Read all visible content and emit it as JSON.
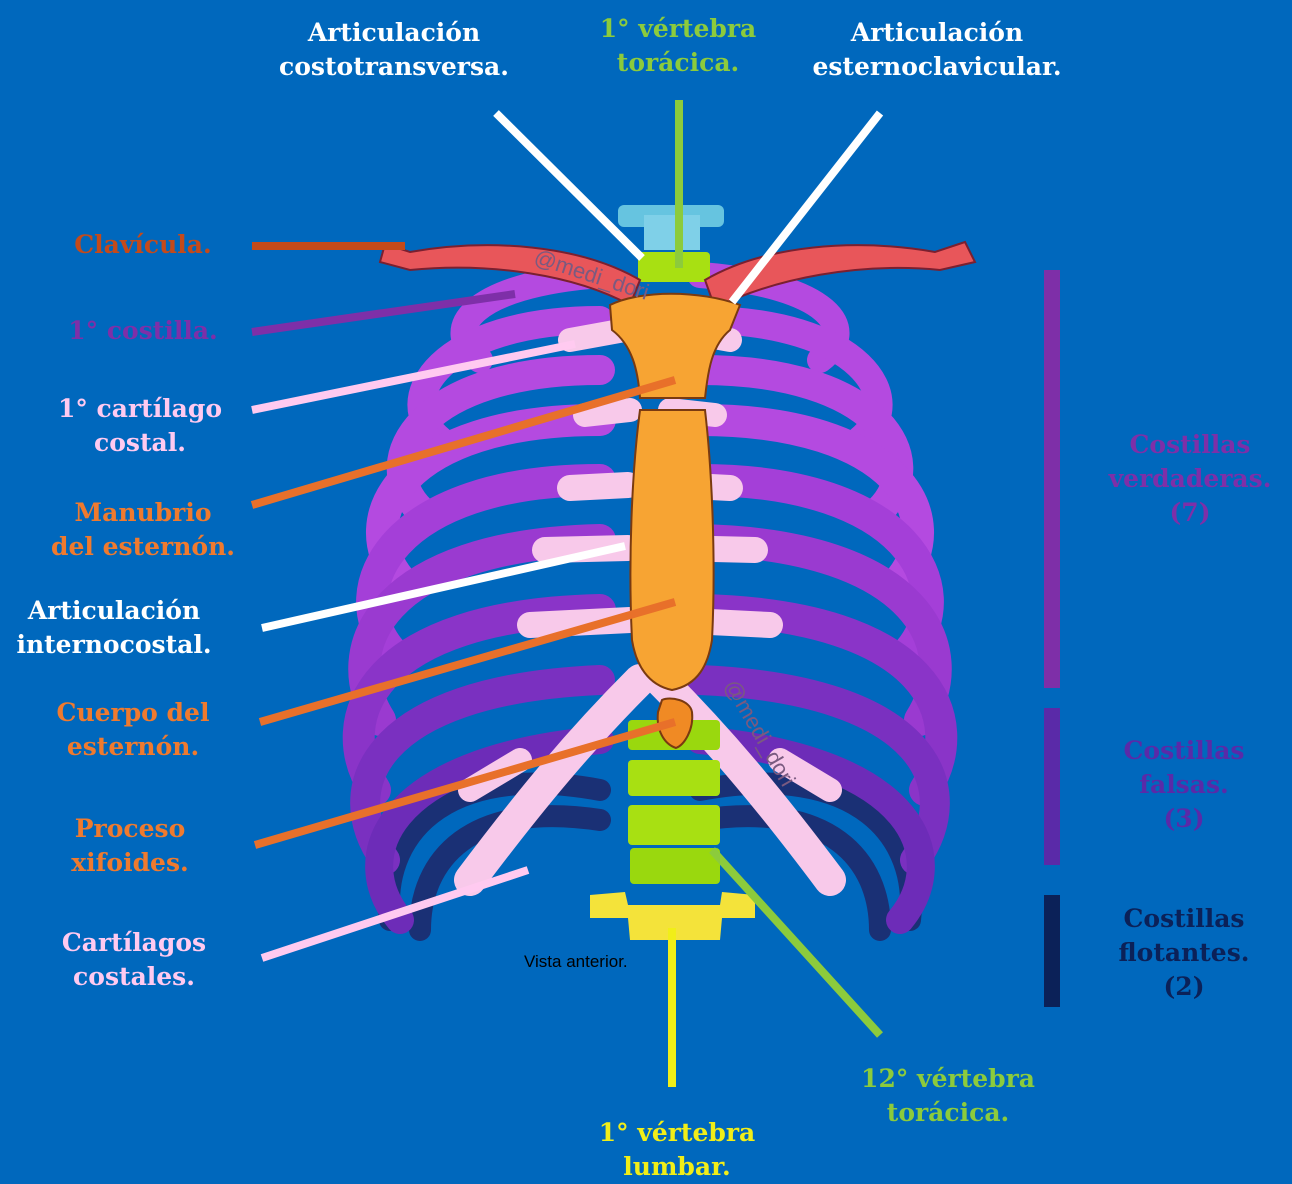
{
  "colors": {
    "background": "#0068bd",
    "white": "#ffffff",
    "orange": "#ef7a2e",
    "purple": "#7e2fa8",
    "pink": "#ffcaf0",
    "green": "#8ccb3c",
    "yellow": "#f1ee18",
    "navy": "#0b2158",
    "violet": "#5a2aa8"
  },
  "labels": {
    "costotransversa": [
      "Articulación",
      "costotransversa."
    ],
    "vertebra_toracica_1": [
      "1° vértebra",
      "torácica."
    ],
    "esternoclavicular": [
      "Articulación",
      "esternoclavicular."
    ],
    "clavicula": [
      "Clavícula."
    ],
    "costilla_1": [
      "1° costilla."
    ],
    "cartilago_1": [
      "1° cartílago",
      "costal."
    ],
    "manubrio": [
      "Manubrio",
      "del esternón."
    ],
    "internocostal": [
      "Articulación",
      "internocostal."
    ],
    "cuerpo": [
      "Cuerpo del",
      "esternón."
    ],
    "xifoides": [
      "Proceso",
      "xifoides."
    ],
    "cartilagos": [
      "Cartílagos",
      "costales."
    ],
    "lumbar_1": [
      "1° vértebra",
      "lumbar."
    ],
    "vertebra_toracica_12": [
      "12° vértebra",
      "torácica."
    ],
    "verdaderas": [
      "Costillas",
      "verdaderas.",
      "(7)"
    ],
    "falsas": [
      "Costillas",
      "falsas.",
      "(3)"
    ],
    "flotantes": [
      "Costillas",
      "flotantes.",
      "(2)"
    ]
  },
  "caption": "Vista anterior.",
  "watermark": [
    "@medi_dori",
    "@medi_dori"
  ],
  "icons": [
    "rib-cage-illustration"
  ]
}
